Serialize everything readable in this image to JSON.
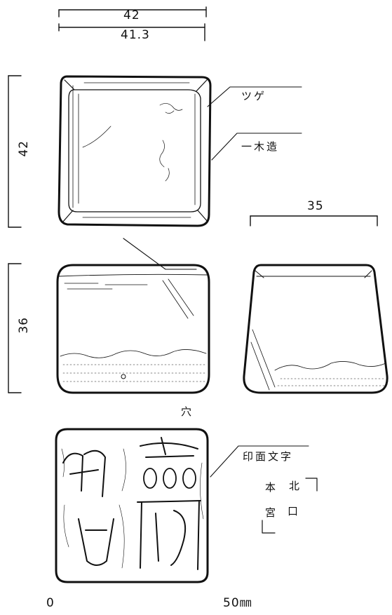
{
  "dimensions": {
    "top_width_outer": "42",
    "top_width_inner": "41.3",
    "top_height": "42",
    "side_width": "35",
    "side_height": "36"
  },
  "labels": {
    "material": "ツゲ",
    "construction": "一木造",
    "hole": "穴",
    "seal_text_heading": "印面文字"
  },
  "seal_reading": {
    "top_right": "北",
    "top_left": "本",
    "bottom_left": "宮",
    "bottom_right": "口"
  },
  "scale": {
    "start": "0",
    "end": "50㎜"
  }
}
